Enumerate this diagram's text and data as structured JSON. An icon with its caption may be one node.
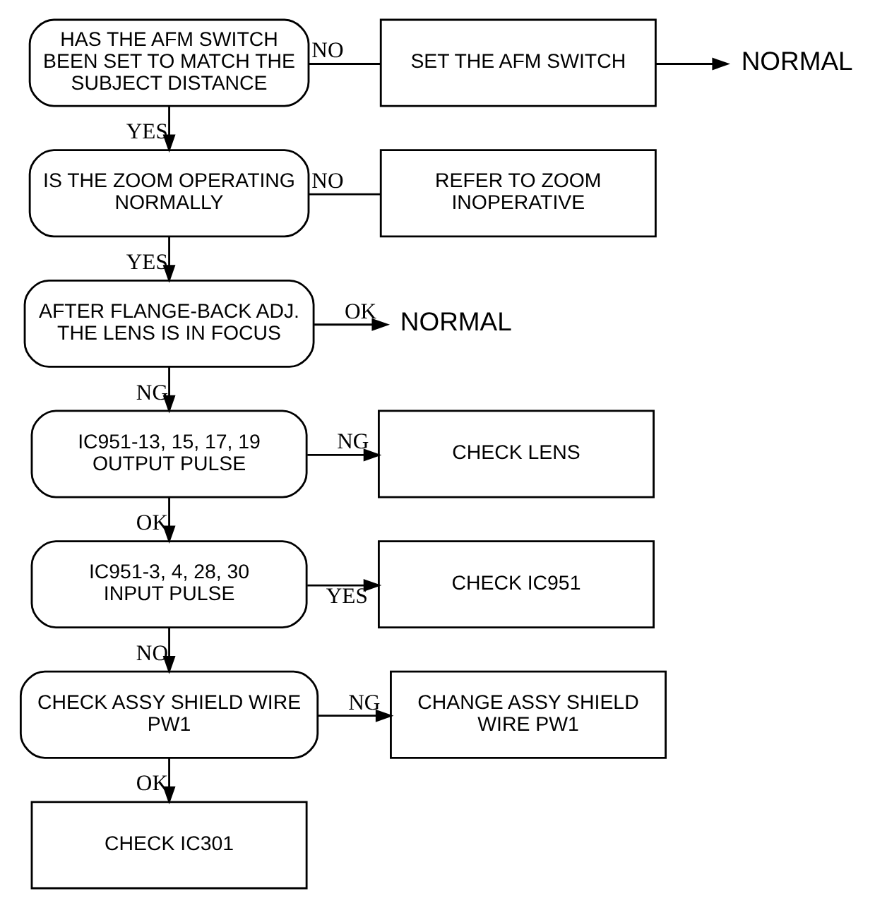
{
  "diagram": {
    "nodes": [
      {
        "text": [
          "HAS THE AFM SWITCH BEEN SET TO MATCH THE SUBJECT DISTANCE"
        ]
      },
      {
        "text": [
          "SET THE AFM SWITCH"
        ]
      },
      {
        "text": [
          "NORMAL"
        ]
      },
      {
        "text": [
          "IS THE ZOOM OPERATING NORMALLY"
        ]
      },
      {
        "text": [
          "REFER TO ZOOM INOPERATIVE"
        ]
      },
      {
        "text": [
          "AFTER FLANGE-BACK ADJ. THE LENS IS IN FOCUS"
        ]
      },
      {
        "text": [
          "NORMAL"
        ]
      },
      {
        "text": [
          "IC951-13, 15, 17, 19 OUTPUT PULSE"
        ]
      },
      {
        "text": [
          "CHECK LENS"
        ]
      },
      {
        "text": [
          "IC951-3, 4, 28, 30 INPUT PULSE"
        ]
      },
      {
        "text": [
          "CHECK IC951"
        ]
      },
      {
        "text": [
          "CHECK ASSY SHIELD WIRE PW1"
        ]
      },
      {
        "text": [
          "CHANGE ASSY SHIELD WIRE PW1"
        ]
      },
      {
        "text": [
          "CHECK IC301"
        ]
      }
    ],
    "edges": [
      {
        "from": 0,
        "to": 1,
        "arrow": "none",
        "label": "NO"
      },
      {
        "from": 1,
        "to": 2,
        "arrow": "to"
      },
      {
        "from": 0,
        "to": 3,
        "arrow": "to",
        "label": "YES"
      },
      {
        "from": 3,
        "to": 4,
        "arrow": "none",
        "label": "NO"
      },
      {
        "from": 3,
        "to": 5,
        "arrow": "to",
        "label": "YES"
      },
      {
        "from": 5,
        "to": 6,
        "arrow": "to",
        "label": "OK"
      },
      {
        "from": 5,
        "to": 7,
        "arrow": "to",
        "label": "NG"
      },
      {
        "from": 7,
        "to": 8,
        "arrow": "to",
        "label": "NG"
      },
      {
        "from": 7,
        "to": 9,
        "arrow": "to",
        "label": "OK"
      },
      {
        "from": 9,
        "to": 10,
        "arrow": "to",
        "label": "YES"
      },
      {
        "from": 9,
        "to": 11,
        "arrow": "to",
        "label": "NO"
      },
      {
        "from": 11,
        "to": 12,
        "arrow": "to",
        "label": "NG"
      },
      {
        "from": 11,
        "to": 13,
        "arrow": "to",
        "label": "OK"
      }
    ]
  }
}
